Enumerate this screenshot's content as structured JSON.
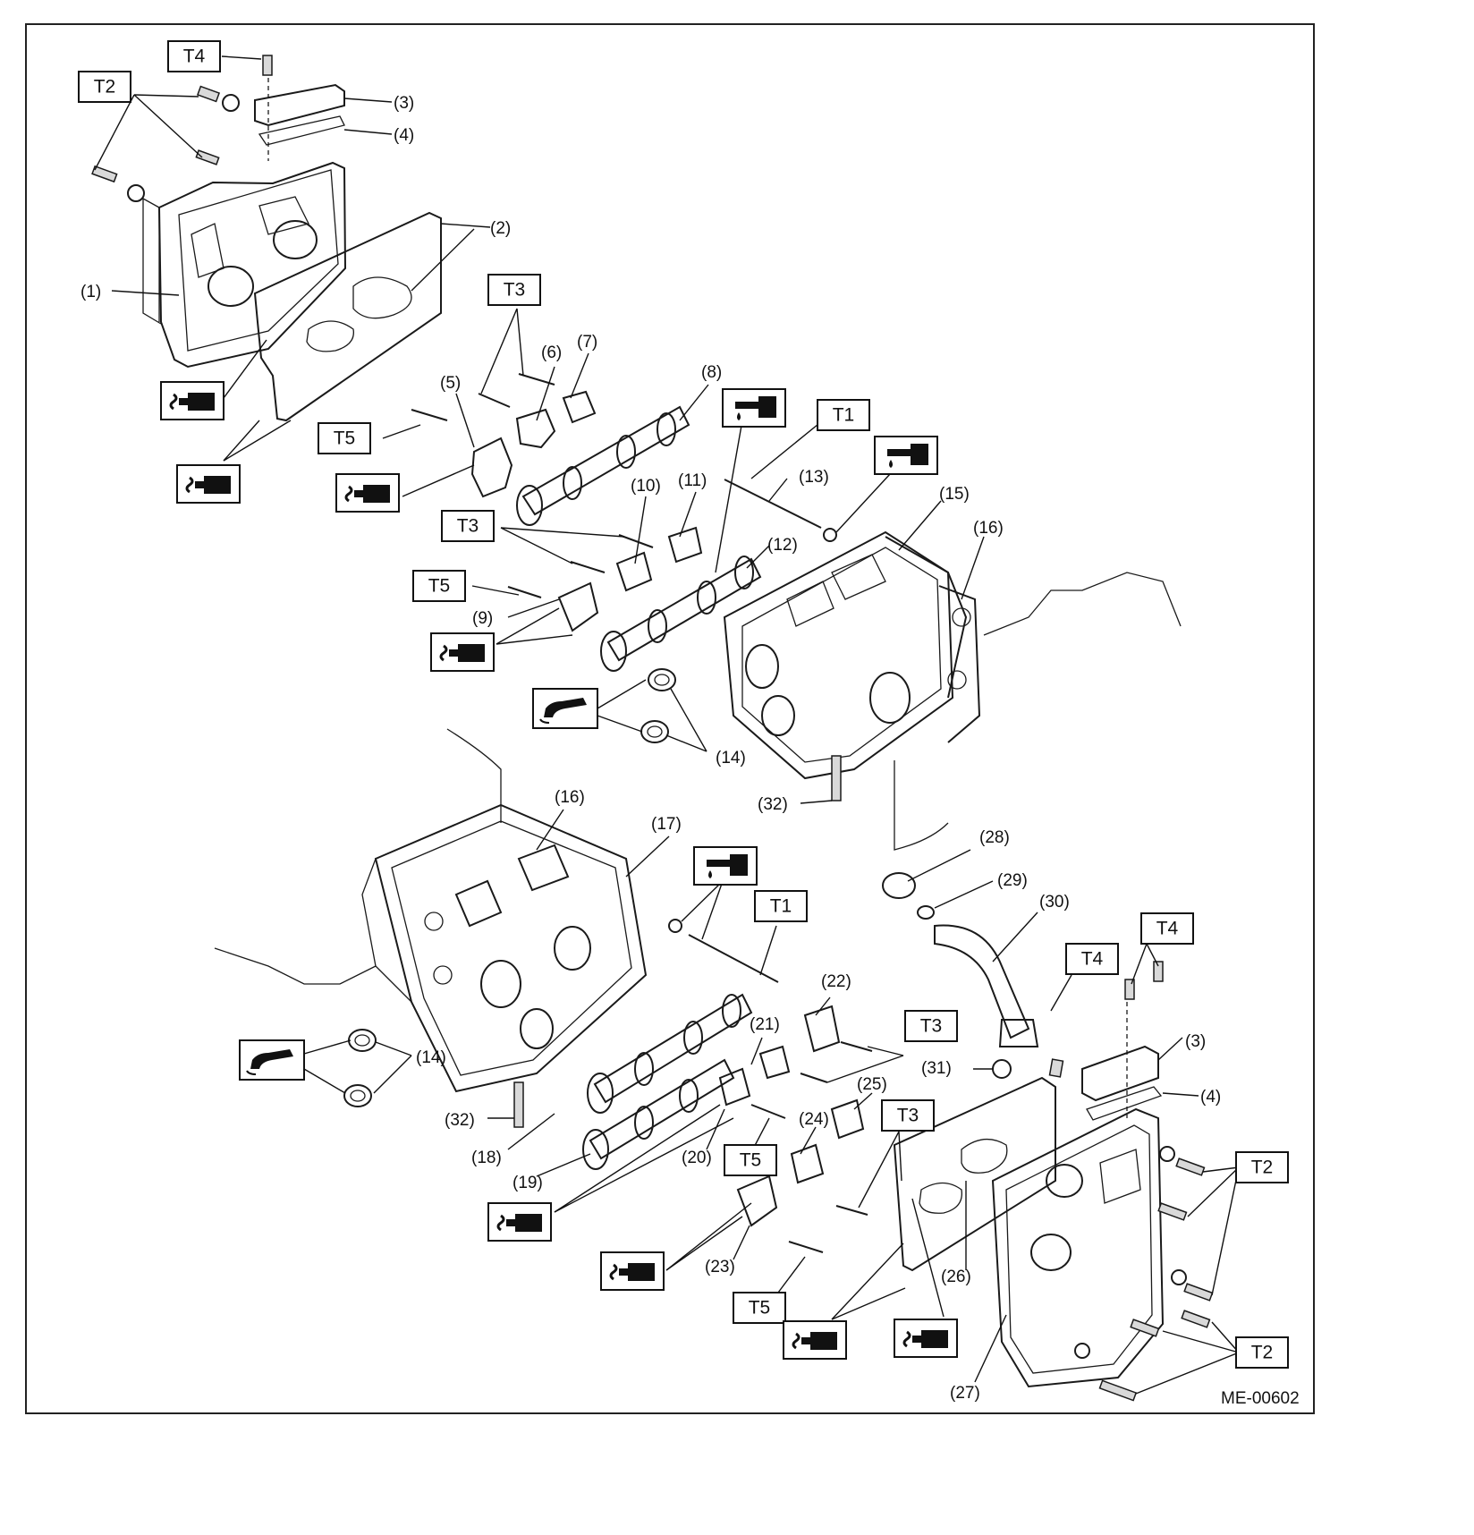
{
  "diagram_id": "ME-00602",
  "torque_labels": {
    "T1": "T1",
    "T2": "T2",
    "T3": "T3",
    "T4": "T4",
    "T5": "T5"
  },
  "callouts": {
    "c1": "(1)",
    "c2": "(2)",
    "c3": "(3)",
    "c4": "(4)",
    "c5": "(5)",
    "c6": "(6)",
    "c7": "(7)",
    "c8": "(8)",
    "c9": "(9)",
    "c10": "(10)",
    "c11": "(11)",
    "c12": "(12)",
    "c13": "(13)",
    "c14": "(14)",
    "c15": "(15)",
    "c16": "(16)",
    "c17": "(17)",
    "c18": "(18)",
    "c19": "(19)",
    "c20": "(20)",
    "c21": "(21)",
    "c22": "(22)",
    "c23": "(23)",
    "c24": "(24)",
    "c25": "(25)",
    "c26": "(26)",
    "c27": "(27)",
    "c28": "(28)",
    "c29": "(29)",
    "c30": "(30)",
    "c31": "(31)",
    "c32": "(32)"
  },
  "icons": {
    "sealant": "sealant-icon",
    "oil": "oil-icon",
    "grease": "grease-icon"
  }
}
